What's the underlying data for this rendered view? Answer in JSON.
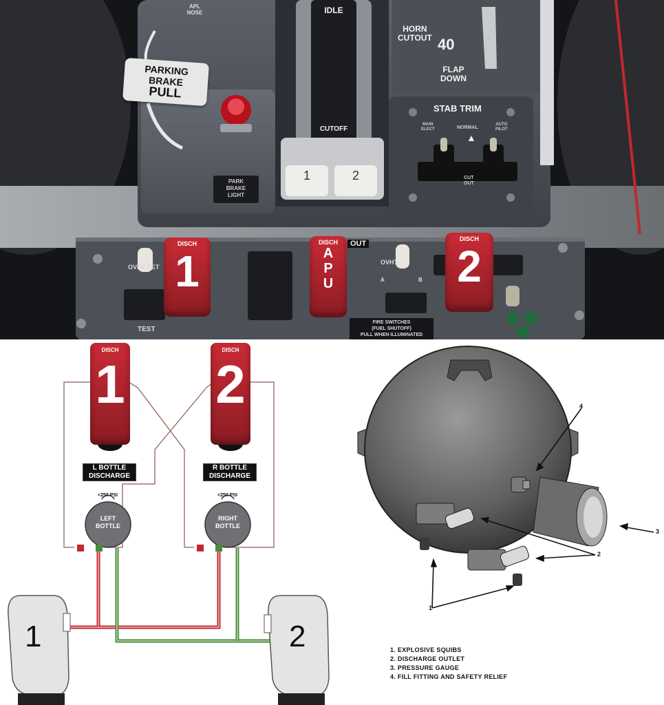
{
  "photo": {
    "parking_brake_tag": [
      "PARKING",
      "BRAKE",
      "PULL"
    ],
    "park_brake_light": [
      "PARK",
      "BRAKE",
      "LIGHT"
    ],
    "idle_label": "IDLE",
    "cutoff_label": "CUTOFF",
    "lever_1": "1",
    "lever_2": "2",
    "horn_cutout": [
      "HORN",
      "CUTOUT"
    ],
    "flap_value": "40",
    "flap_down": [
      "FLAP",
      "DOWN"
    ],
    "stab_trim_title": "STAB TRIM",
    "stab_main_elect": [
      "MAIN",
      "ELECT"
    ],
    "stab_normal": "NORMAL",
    "stab_auto_pilot": [
      "AUTO",
      "PILOT"
    ],
    "stab_cut_out": [
      "CUT",
      "OUT"
    ],
    "apl_nose": [
      "APL",
      "NOSE"
    ],
    "fire_panel_out": "OUT",
    "handle_disch": "DISCH",
    "handle_1": "1",
    "handle_apu": [
      "A",
      "P",
      "U"
    ],
    "handle_2": "2",
    "ovht_det": "OVHT DET",
    "ovht": "OVHT",
    "fire_switches": [
      "FIRE SWITCHES",
      "(FUEL SHUTOFF)",
      "PULL WHEN ILLUMINATED"
    ],
    "test_label": "TEST",
    "switch_a": "A",
    "switch_b": "B"
  },
  "schematic": {
    "handle_disch": "DISCH",
    "handle_left": "1",
    "handle_right": "2",
    "l_bottle_label": [
      "L BOTTLE",
      "DISCHARGE"
    ],
    "r_bottle_label": [
      "R BOTTLE",
      "DISCHARGE"
    ],
    "pressure_left": "<250 PSI",
    "pressure_right": "<250 PSI",
    "left_bottle": [
      "LEFT",
      "BOTTLE"
    ],
    "right_bottle": [
      "RIGHT",
      "BOTTLE"
    ],
    "engine_1": "1",
    "engine_2": "2",
    "colors": {
      "squib_line": "#c3282e",
      "discharge_line": "#4a8a3c",
      "wire": "#8a5a50"
    }
  },
  "bottle_diagram": {
    "callouts": [
      "1",
      "2",
      "3",
      "4"
    ],
    "legend": [
      "1.  EXPLOSIVE SQUIBS",
      "2.  DISCHARGE OUTLET",
      "3.  PRESSURE GAUGE",
      "4.  FILL FITTING AND SAFETY RELIEF"
    ]
  }
}
